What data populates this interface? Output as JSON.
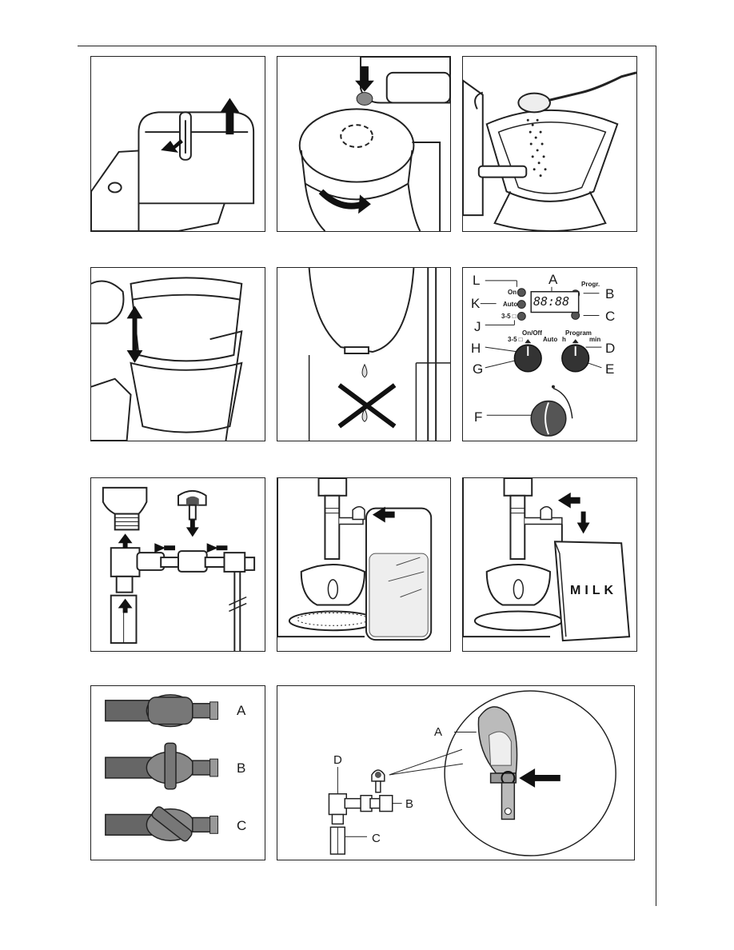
{
  "panel_control": {
    "callouts": [
      "L",
      "A",
      "B",
      "K",
      "C",
      "J",
      "H",
      "D",
      "G",
      "E",
      "F"
    ],
    "buttons": {
      "on": "On",
      "auto": "Auto",
      "cups": "3-5 □",
      "progr": "Progr."
    },
    "display": "88:88",
    "knob_left": {
      "title": "On/Off",
      "left": "3-5 □",
      "right": "Auto"
    },
    "knob_right": {
      "title": "Program",
      "left": "h",
      "right": "min"
    }
  },
  "panel_milk": {
    "label": "MILK"
  },
  "panel_valve_positions": {
    "labels": [
      "A",
      "B",
      "C"
    ]
  },
  "panel_frother_assembly": {
    "labels": {
      "a": "A",
      "b": "B",
      "c": "C",
      "d": "D"
    }
  },
  "icons": [
    "arrow-icon",
    "cross-icon",
    "water-drop-icon",
    "measuring-spoon-icon"
  ]
}
